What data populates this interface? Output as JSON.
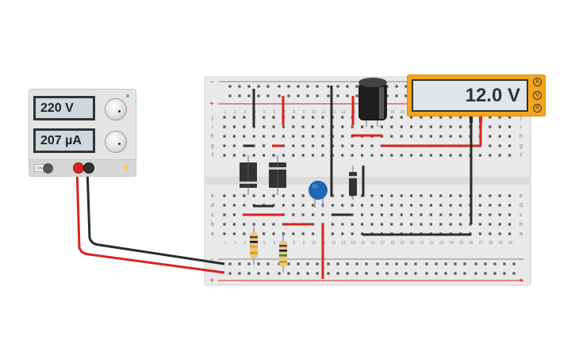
{
  "power_supply": {
    "voltage_display": "220 V",
    "current_display": "207 µA",
    "on_button_label": "ON"
  },
  "multimeter": {
    "display": "12.0 V",
    "modes": [
      "A",
      "V",
      "R"
    ]
  },
  "breadboard": {
    "column_numbers": [
      "1",
      "2",
      "3",
      "4",
      "5",
      "6",
      "7",
      "8",
      "9",
      "10",
      "11",
      "12",
      "13",
      "14",
      "15",
      "16",
      "17",
      "18",
      "19",
      "20",
      "21",
      "22",
      "23",
      "24",
      "25",
      "26",
      "27",
      "28",
      "29",
      "30"
    ],
    "top_row_letters": [
      "j",
      "i",
      "h",
      "g",
      "f"
    ],
    "bottom_row_letters": [
      "e",
      "d",
      "c",
      "b",
      "a"
    ],
    "rail_minus": "−",
    "rail_plus": "+"
  },
  "colors": {
    "wire_red": "#d9231f",
    "wire_black": "#2b2b2b",
    "meter_body": "#f4a51c",
    "breadboard": "#e9e9e9",
    "capacitor_blue": "#1f66b3"
  }
}
